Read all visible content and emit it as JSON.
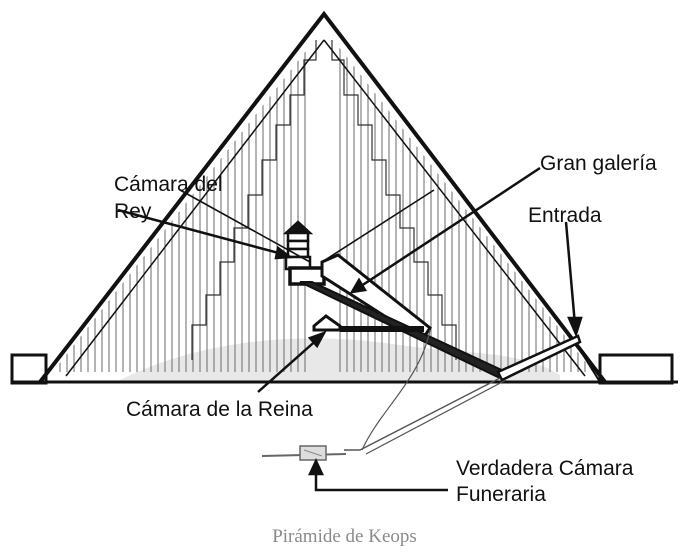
{
  "labels": {
    "kings_chamber": [
      "Cámara del",
      "Rey"
    ],
    "grand_gallery": "Gran galería",
    "entrance": "Entrada",
    "queens_chamber": "Cámara de la Reina",
    "burial_chamber": [
      "Verdadera Cámara",
      "Funeraria"
    ]
  },
  "caption": "Pirámide de Keops",
  "colors": {
    "ink": "#111111",
    "caption": "#8a8a8a",
    "hatch": "#6a6a6a",
    "rubble": "#e8e8e8"
  }
}
